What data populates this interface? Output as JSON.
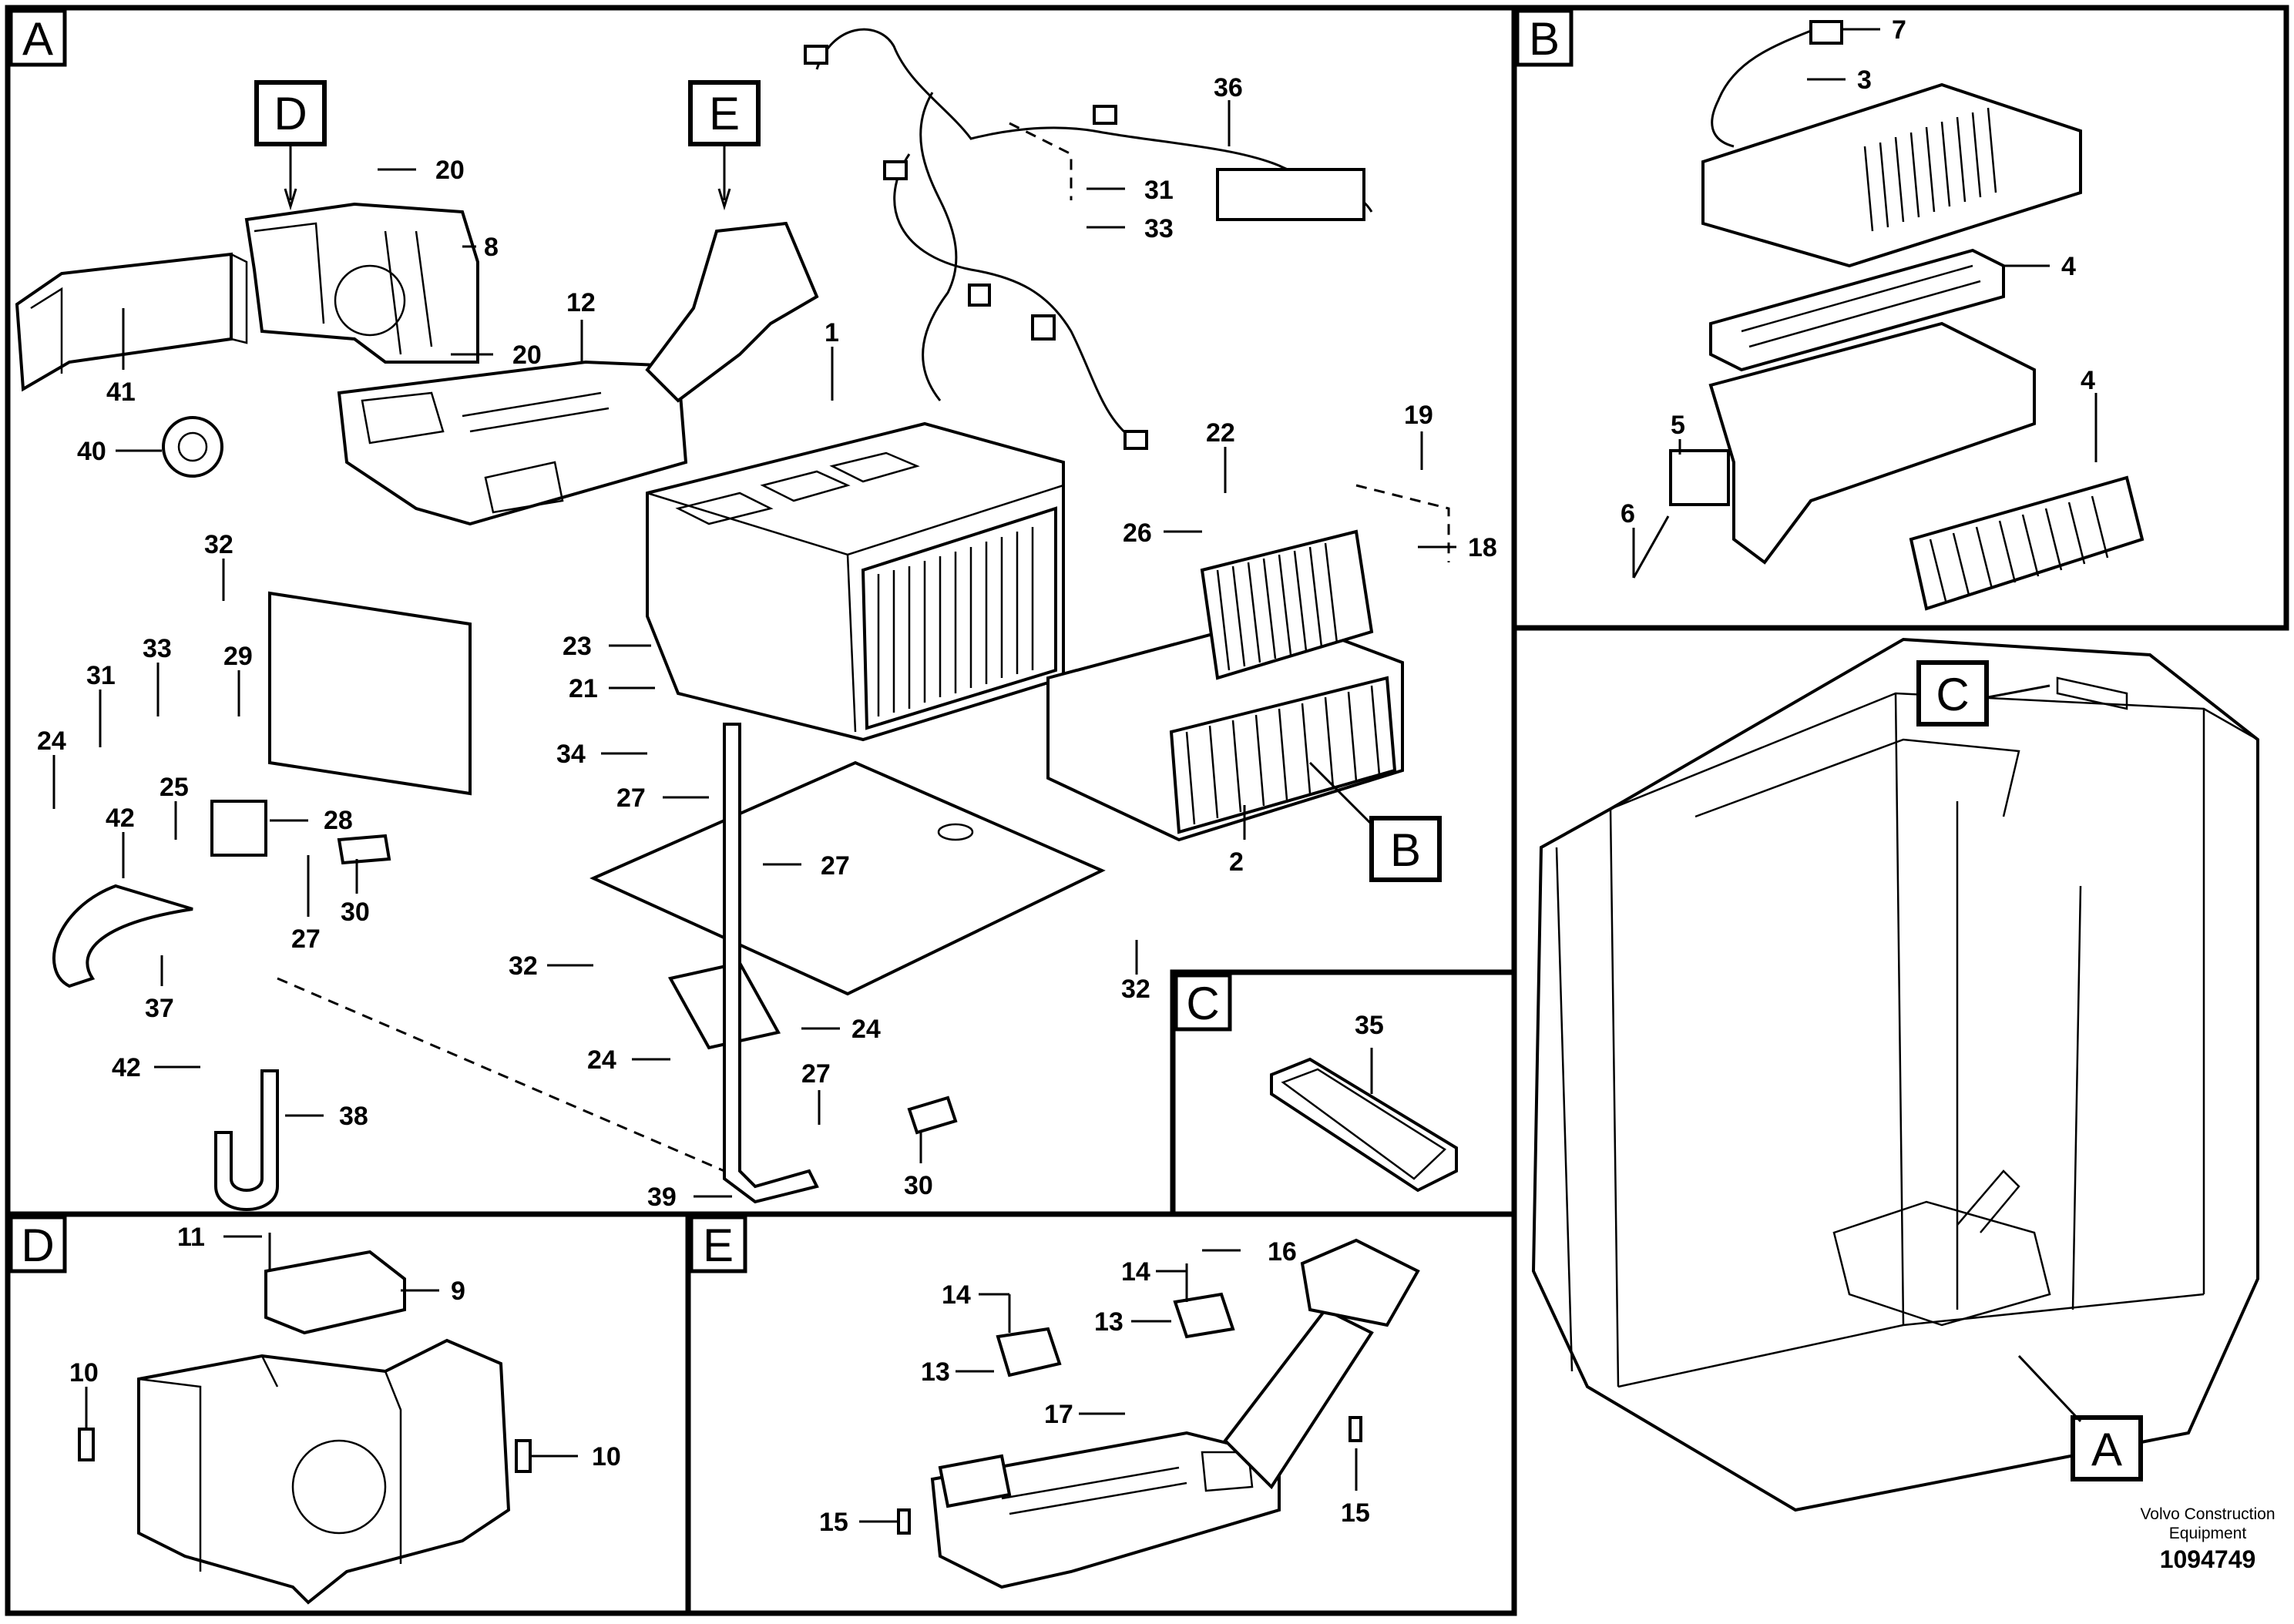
{
  "sections": {
    "A": "A",
    "B": "B",
    "C": "C",
    "D": "D",
    "E": "E"
  },
  "callout_tags": {
    "D": "D",
    "E": "E",
    "B": "B",
    "C": "C",
    "A": "A"
  },
  "parts_a": [
    "20",
    "8",
    "41",
    "40",
    "12",
    "20",
    "1",
    "36",
    "31",
    "33",
    "22",
    "19",
    "26",
    "18",
    "32",
    "31",
    "33",
    "29",
    "24",
    "25",
    "28",
    "42",
    "27",
    "30",
    "37",
    "42",
    "38",
    "23",
    "21",
    "34",
    "27",
    "27",
    "32",
    "32",
    "24",
    "24",
    "2",
    "27",
    "39",
    "30"
  ],
  "parts_b": [
    "7",
    "3",
    "4",
    "4",
    "5",
    "6"
  ],
  "parts_c": [
    "35"
  ],
  "parts_d": [
    "11",
    "9",
    "10",
    "10"
  ],
  "parts_e": [
    "14",
    "16",
    "14",
    "13",
    "13",
    "17",
    "15",
    "15"
  ],
  "footer": {
    "brand_line1": "Volvo Construction",
    "brand_line2": "Equipment",
    "drawing_number": "1094749"
  }
}
